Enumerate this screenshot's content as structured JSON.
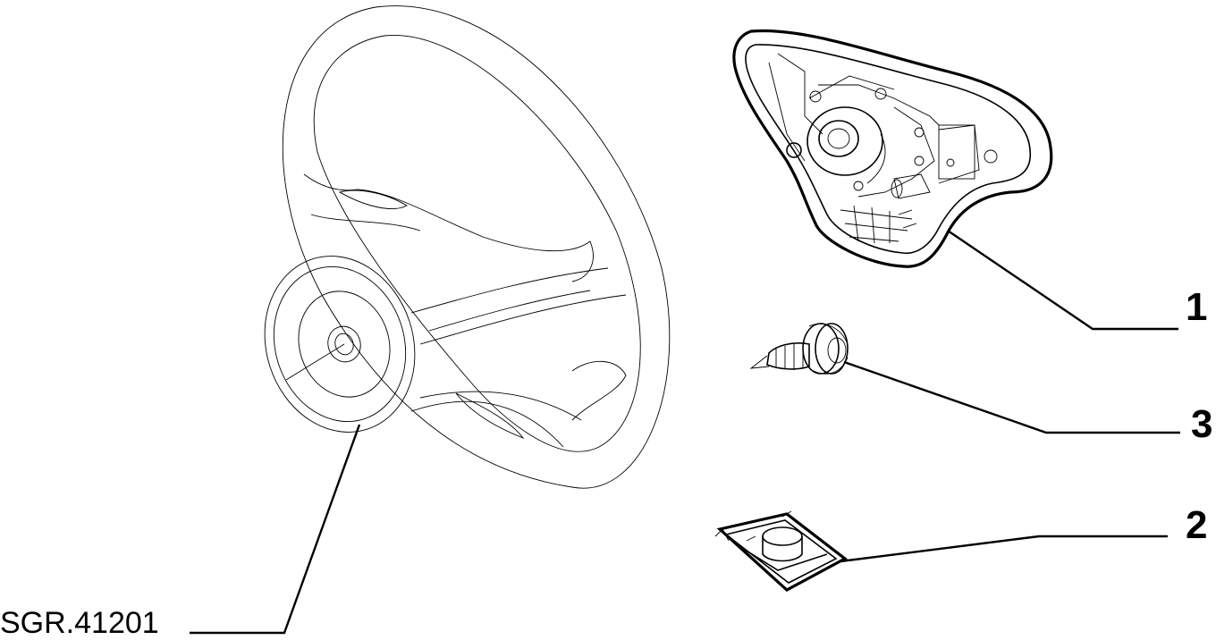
{
  "diagram": {
    "reference_code": "SGR.41201",
    "callouts": [
      {
        "number": "1",
        "part": "airbag-module"
      },
      {
        "number": "2",
        "part": "spring-nut-clip"
      },
      {
        "number": "3",
        "part": "screw"
      }
    ]
  }
}
